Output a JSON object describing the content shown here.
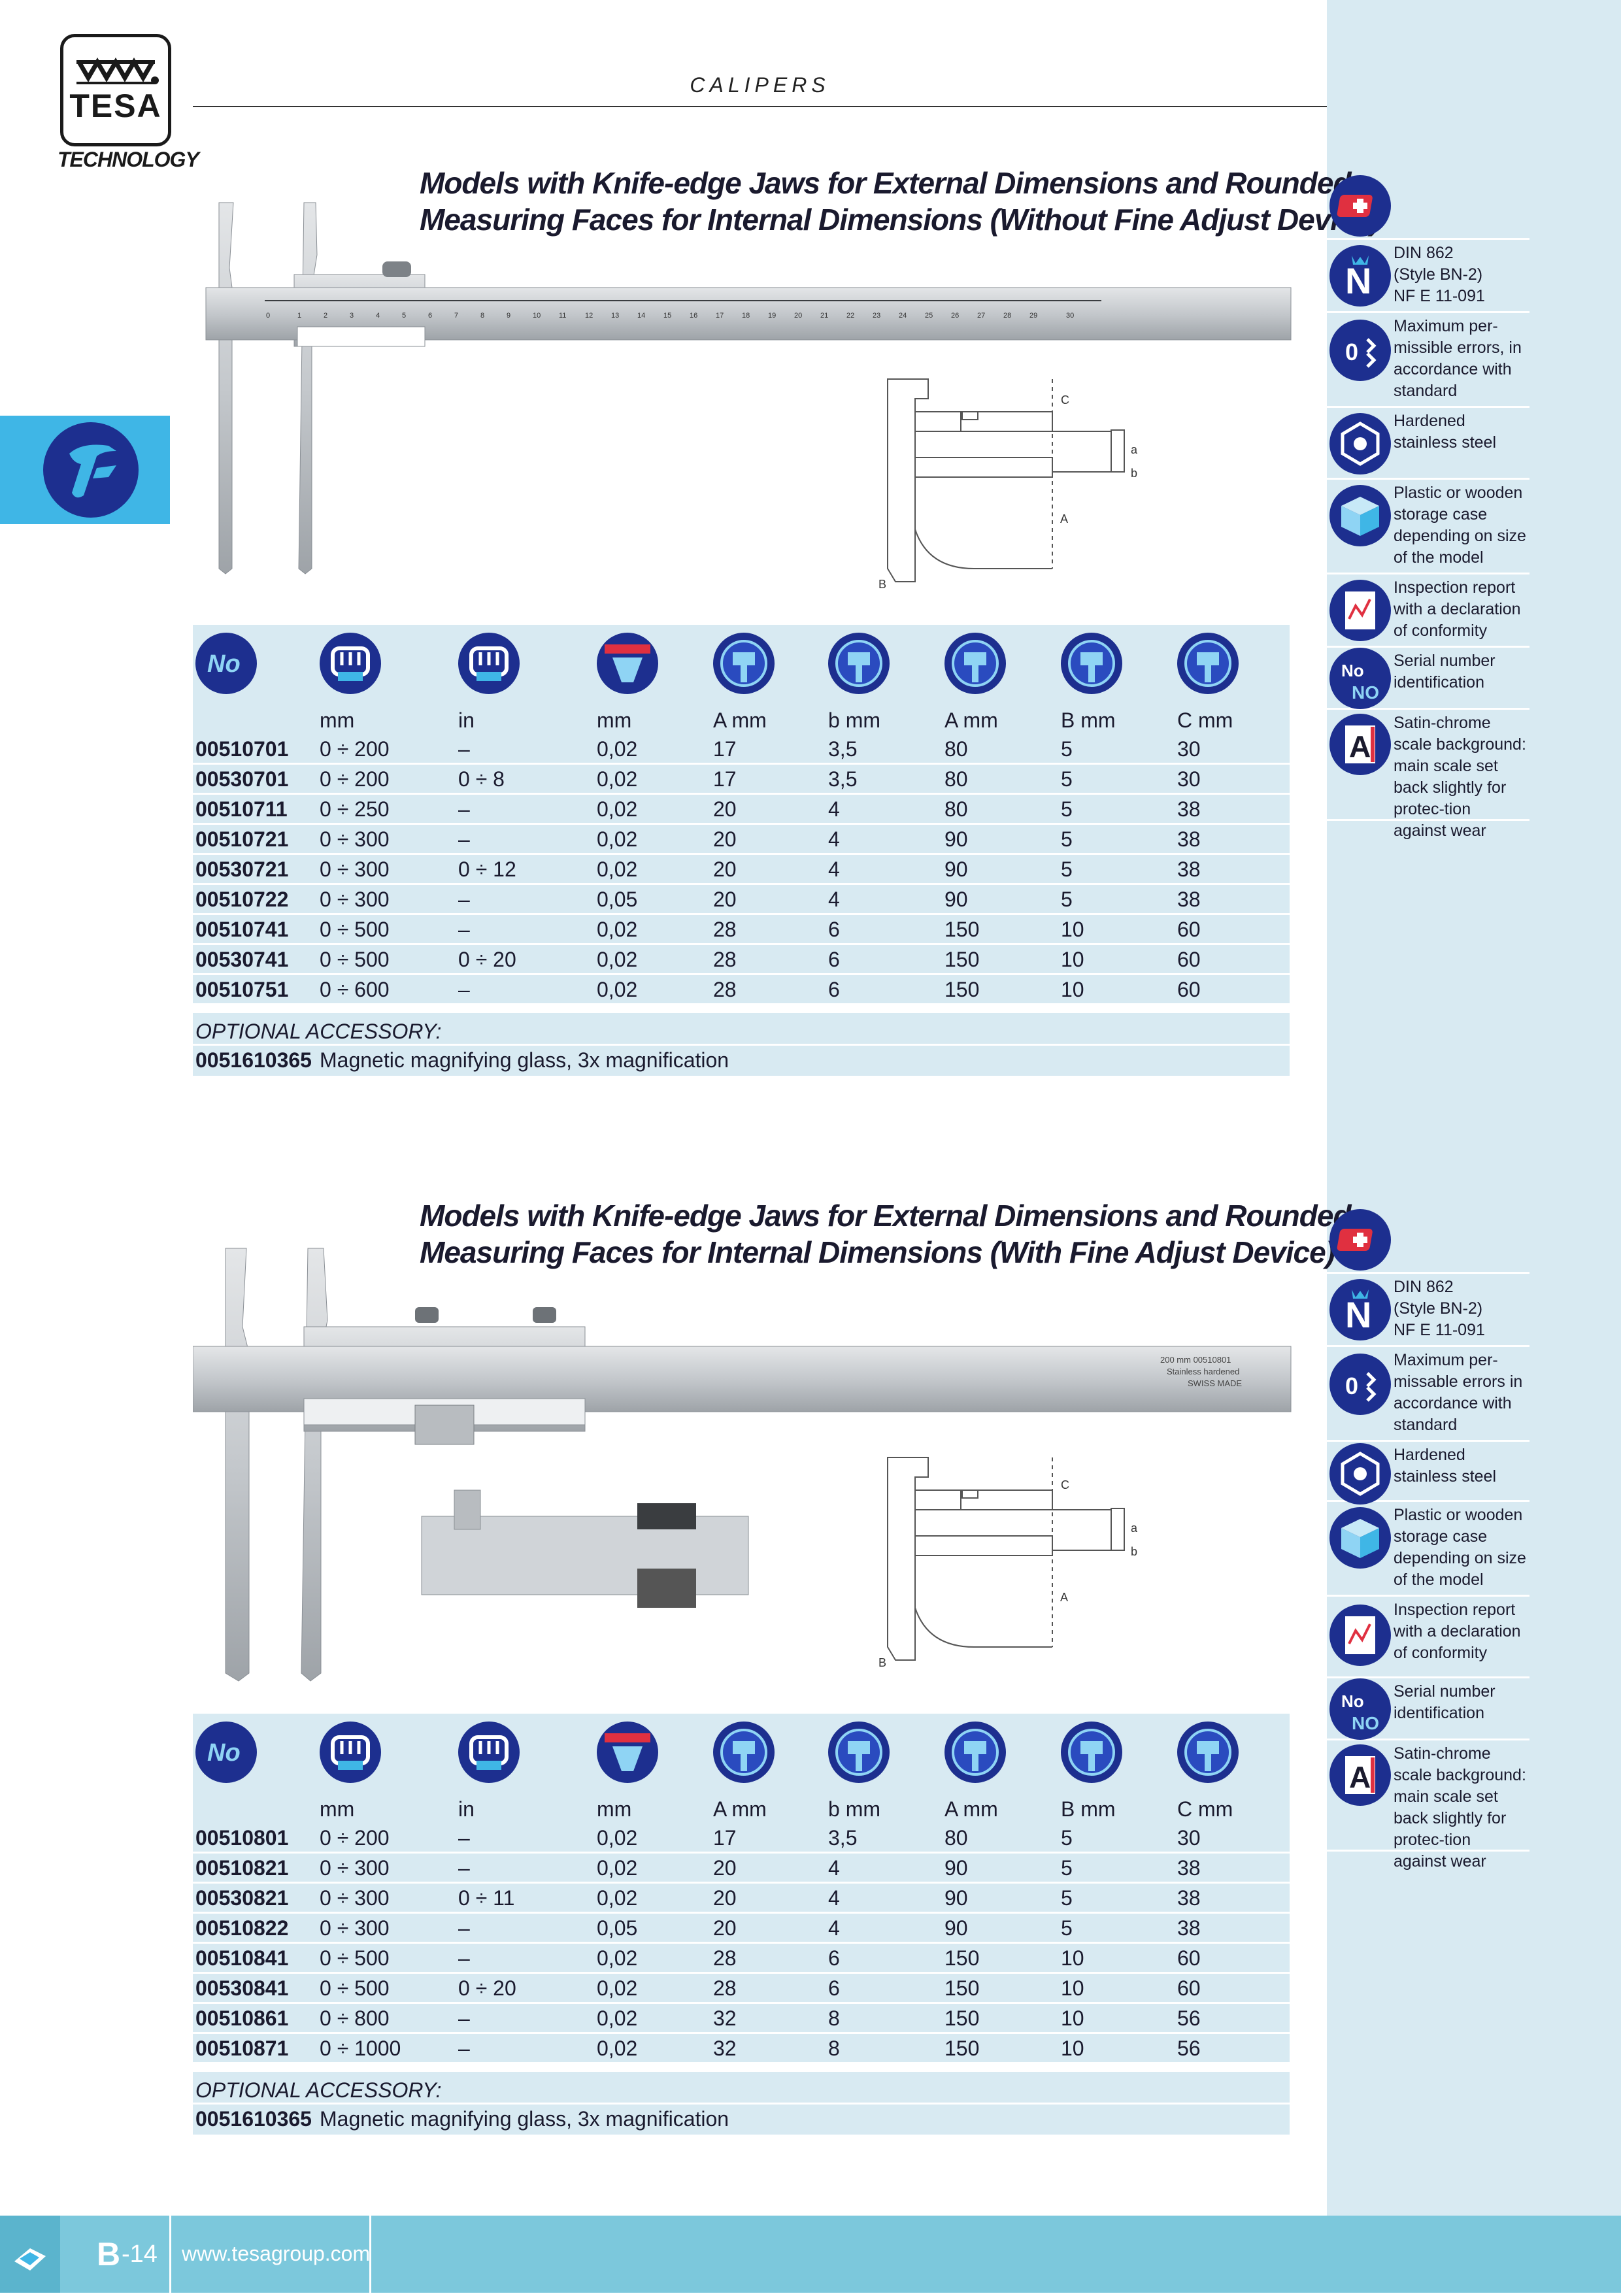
{
  "header": {
    "brand": "TESA",
    "brand_sub": "TECHNOLOGY",
    "title": "CALIPERS"
  },
  "section1": {
    "title_line1": "Models with Knife-edge Jaws for External Dimensions and Rounded",
    "title_line2": "Measuring Faces for Internal Dimensions (Without Fine Adjust Device)",
    "caliper_scale_max": "30",
    "units": [
      "mm",
      "in",
      "mm",
      "A mm",
      "b mm",
      "A mm",
      "B mm",
      "C mm"
    ],
    "rows": [
      [
        "00510701",
        "0 ÷ 200",
        "–",
        "0,02",
        "17",
        "3,5",
        "80",
        "5",
        "30"
      ],
      [
        "00530701",
        "0 ÷ 200",
        "0 ÷ 8",
        "0,02",
        "17",
        "3,5",
        "80",
        "5",
        " 30"
      ],
      [
        "00510711",
        "0 ÷ 250",
        "–",
        "0,02",
        "20",
        "4",
        "80",
        "5",
        "38"
      ],
      [
        "00510721",
        "0 ÷ 300",
        "–",
        "0,02",
        "20",
        "4",
        "90",
        "5",
        "38"
      ],
      [
        "00530721",
        "0 ÷ 300",
        "0 ÷ 12",
        "0,02",
        "20",
        "4",
        "90",
        "5",
        "38"
      ],
      [
        "00510722",
        "0 ÷ 300",
        "–",
        "0,05",
        "20",
        "4",
        "90",
        "5",
        "38"
      ],
      [
        "00510741",
        "0 ÷ 500",
        "–",
        "0,02",
        "28",
        "6",
        "150",
        "10",
        "60"
      ],
      [
        "00530741",
        "0 ÷ 500",
        "0 ÷ 20",
        "0,02",
        "28",
        "6",
        "150",
        "10",
        "60"
      ],
      [
        "00510751",
        "0 ÷ 600",
        "–",
        "0,02",
        "28",
        "6",
        "150",
        "10",
        "60"
      ]
    ],
    "accessory_label": "OPTIONAL ACCESSORY:",
    "accessory_code": "0051610365",
    "accessory_desc": "Magnetic magnifying glass, 3x magnification"
  },
  "section2": {
    "title_line1": "Models with Knife-edge Jaws for External Dimensions and Rounded",
    "title_line2": "Measuring Faces for Internal Dimensions (With Fine Adjust Device)",
    "caliper_label1": "200 mm 00510801",
    "caliper_label2": "Stainless hardened",
    "caliper_label3": "SWISS MADE",
    "units": [
      "mm",
      "in",
      "mm",
      "A mm",
      "b mm",
      "A mm",
      "B mm",
      "C mm"
    ],
    "rows": [
      [
        "00510801",
        "0 ÷ 200",
        "–",
        "0,02",
        "17",
        "3,5",
        "80",
        "5",
        "30"
      ],
      [
        "00510821",
        "0 ÷ 300",
        "–",
        "0,02",
        "20",
        "4",
        "90",
        "5",
        "38"
      ],
      [
        "00530821",
        "0 ÷ 300",
        "0 ÷ 11",
        "0,02",
        "20",
        "4",
        "90",
        "5",
        "38"
      ],
      [
        "00510822",
        "0 ÷ 300",
        "–",
        "0,05",
        "20",
        "4",
        "90",
        "5",
        "38"
      ],
      [
        "00510841",
        "0 ÷ 500",
        "–",
        "0,02",
        "28",
        "6",
        "150",
        "10",
        "60"
      ],
      [
        "00530841",
        "0 ÷ 500",
        "0 ÷ 20",
        "0,02",
        "28",
        "6",
        "150",
        "10",
        "60"
      ],
      [
        "00510861",
        "0 ÷ 800",
        "–",
        "0,02",
        "32",
        "8",
        "150",
        "10",
        "56"
      ],
      [
        "00510871",
        "0 ÷ 1000",
        "–",
        "0,02",
        "32",
        "8",
        "150",
        "10",
        "56"
      ]
    ],
    "accessory_label": "OPTIONAL ACCESSORY:",
    "accessory_code": "0051610365",
    "accessory_desc": "Magnetic magnifying glass, 3x magnification"
  },
  "features": [
    {
      "icon": "swiss-cross-icon",
      "text": ""
    },
    {
      "icon": "standard-n-icon",
      "text": "DIN 862\n(Style BN-2)\nNF E 11-091"
    },
    {
      "icon": "error-tolerance-icon",
      "text": ""
    },
    {
      "icon": "hardened-steel-icon",
      "text": "Hardened stainless steel"
    },
    {
      "icon": "storage-case-icon",
      "text": "Plastic or wooden storage case depending on size of the model"
    },
    {
      "icon": "inspection-report-icon",
      "text": "Inspection report with a declaration of conformity"
    },
    {
      "icon": "serial-number-icon",
      "text": "Serial number identification"
    },
    {
      "icon": "satin-chrome-icon",
      "text": "Satin-chrome scale background: main scale set back slightly for protec-tion against wear"
    }
  ],
  "features_text_s1": {
    "error_s1": "Maximum per-missible errors, in accordance with standard",
    "error_s2": "Maximum per-missable errors in accordance with standard"
  },
  "diagram_labels": {
    "a": "a",
    "b": "b",
    "A": "A",
    "B": "B",
    "C": "C"
  },
  "footer": {
    "page_letter": "B",
    "page_number": "-14",
    "url": "www.tesagroup.com"
  },
  "colors": {
    "navy": "#1d2f8f",
    "light_blue": "#d8eaf2",
    "cyan": "#3fb6e6",
    "footer": "#7cc8dc"
  }
}
